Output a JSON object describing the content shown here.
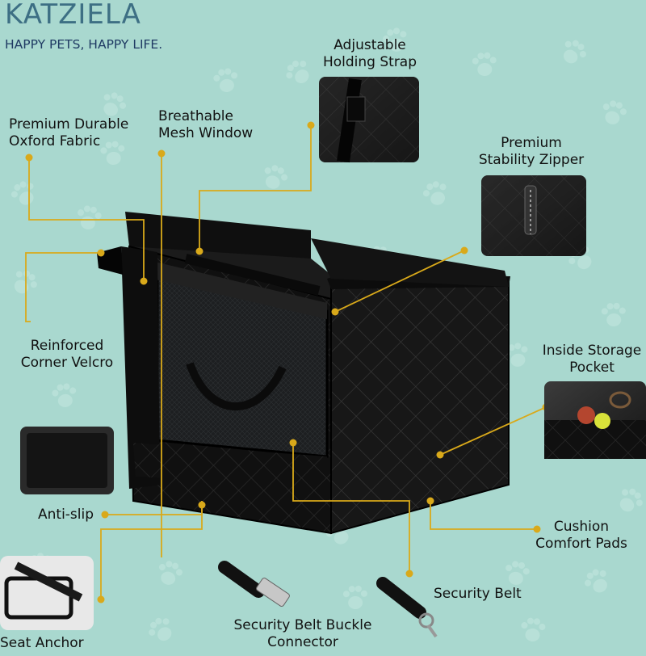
{
  "brand": {
    "name": "KATZIELA",
    "tagline": "HAPPY PETS, HAPPY LIFE."
  },
  "colors": {
    "background": "#a9d8cf",
    "paw": "#c6e8e0",
    "leader_line": "#d9a91a",
    "product": "#141414"
  },
  "features": {
    "holding_strap": [
      "Adjustable",
      "Holding Strap"
    ],
    "oxford_fabric": [
      "Premium Durable",
      "Oxford Fabric"
    ],
    "mesh_window": [
      "Breathable",
      "Mesh Window"
    ],
    "stability_zipper": [
      "Premium",
      "Stability Zipper"
    ],
    "corner_velcro": [
      "Reinforced",
      "Corner Velcro"
    ],
    "storage_pocket": [
      "Inside Storage",
      "Pocket"
    ],
    "anti_slip": "Anti-slip",
    "cushion_pads": [
      "Cushion",
      "Comfort Pads"
    ],
    "security_belt": "Security Belt",
    "belt_buckle": [
      "Security Belt Buckle",
      "Connector"
    ],
    "seat_anchor": "Seat Anchor"
  }
}
